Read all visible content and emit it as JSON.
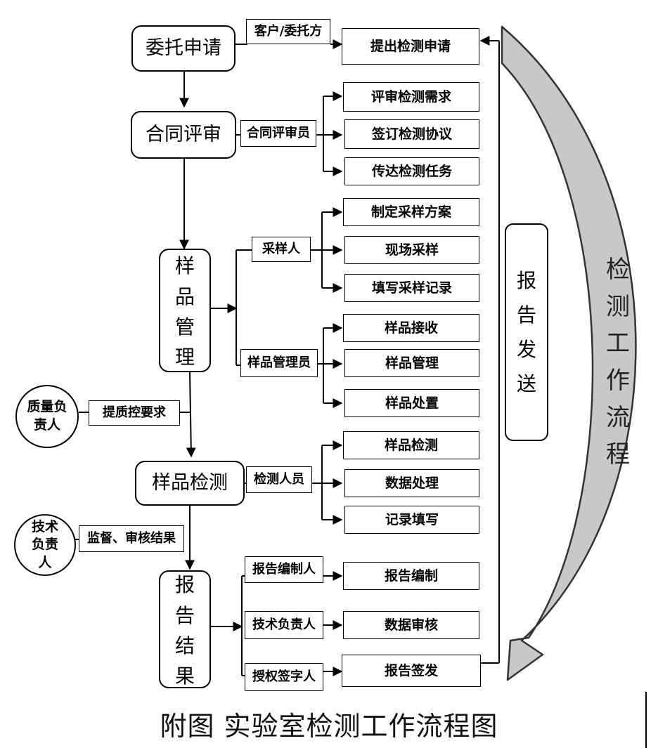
{
  "stages": {
    "entrust": "委托申请",
    "contract": "合同评审",
    "sample_mgmt": "样品管理",
    "sample_test": "样品检测",
    "report": "报告结果"
  },
  "roles": {
    "client": "客户/委托方",
    "contract_reviewer": "合同评审员",
    "sampler": "采样人",
    "sample_admin": "样品管理员",
    "qc_requirement": "提质控要求",
    "tester": "检测人员",
    "supervise": "监督、审核结果",
    "report_writer": "报告编制人",
    "tech_lead": "技术负责人",
    "signer": "授权签字人"
  },
  "tasks": {
    "submit_request": "提出检测申请",
    "review_needs": "评审检测需求",
    "sign_agreement": "签订检测协议",
    "assign_task": "传达检测任务",
    "sampling_plan": "制定采样方案",
    "field_sampling": "现场采样",
    "sampling_record": "填写采样记录",
    "sample_receive": "样品接收",
    "sample_manage": "样品管理",
    "sample_dispose": "样品处置",
    "sample_inspect": "样品检测",
    "data_process": "数据处理",
    "record_fill": "记录填写",
    "report_compile": "报告编制",
    "data_review": "数据审核",
    "report_issue": "报告签发"
  },
  "responsibles": {
    "quality_lead": "质量负责人",
    "tech_lead": "技术负责人"
  },
  "report_send": "报告发送",
  "flow_label": "检测工作流程",
  "caption": "附图 实验室检测工作流程图",
  "colors": {
    "line": "#000000",
    "arrow_fill": "#c8c8c8",
    "arrow_stroke": "#333333"
  }
}
